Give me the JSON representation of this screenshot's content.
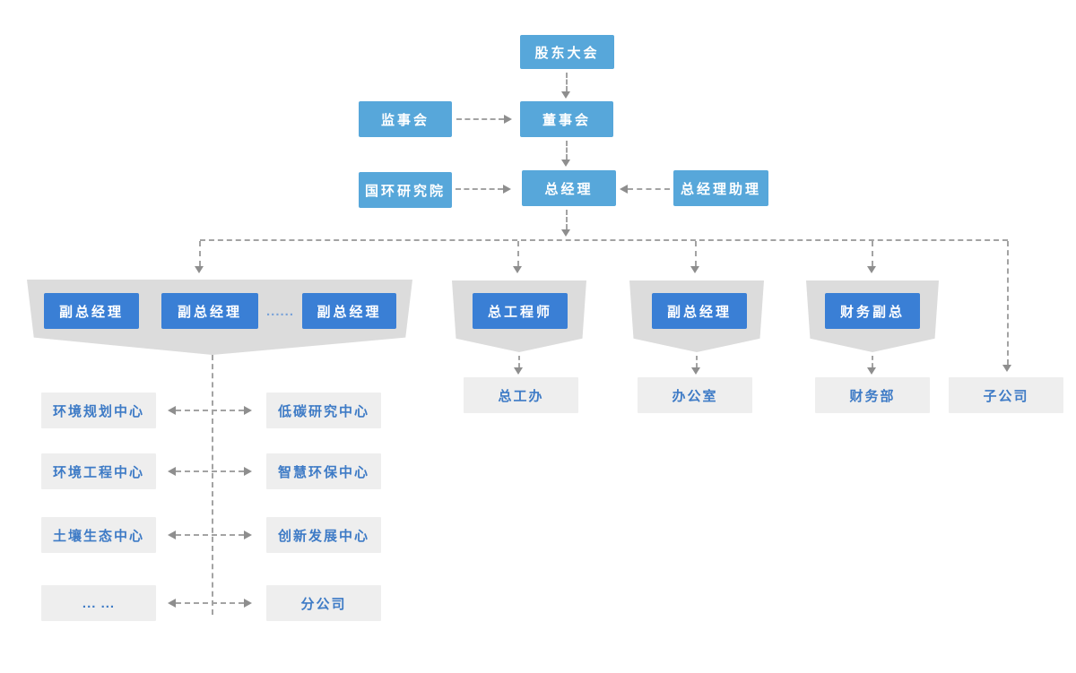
{
  "palette": {
    "light_blue": "#57a7da",
    "dark_blue": "#3a7fd5",
    "banner_gray": "#dcdcdc",
    "dept_gray": "#eeeeee",
    "blue_text": "#3e7bc6",
    "connector_gray": "#a3a3a3"
  },
  "chart": {
    "level1": {
      "shareholders": "股东大会"
    },
    "level2": {
      "supervisory": "监事会",
      "board": "董事会"
    },
    "level3": {
      "research_institute": "国环研究院",
      "general_manager": "总经理",
      "gm_assistant": "总经理助理"
    },
    "deputies_group": {
      "heads": [
        "副总经理",
        "副总经理",
        "副总经理"
      ],
      "ellipsis": "......",
      "left_centers": [
        "环境规划中心",
        "环境工程中心",
        "土壤生态中心",
        "... ..."
      ],
      "right_centers": [
        "低碳研究中心",
        "智慧环保中心",
        "创新发展中心",
        "分公司"
      ]
    },
    "chief_engineer_group": {
      "head": "总工程师",
      "dept": "总工办"
    },
    "deputy_gm_group": {
      "head": "副总经理",
      "dept": "办公室"
    },
    "finance_group": {
      "head": "财务副总",
      "dept": "财务部"
    },
    "subsidiary": "子公司"
  }
}
